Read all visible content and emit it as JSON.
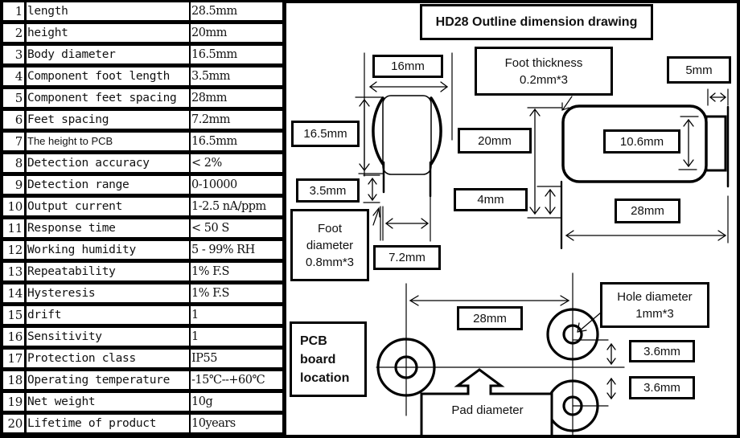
{
  "spec_table": {
    "rows": [
      {
        "num": "1",
        "name": "length",
        "value": "28.5mm"
      },
      {
        "num": "2",
        "name": "height",
        "value": "20mm"
      },
      {
        "num": "3",
        "name": "Body diameter",
        "value": "16.5mm"
      },
      {
        "num": "4",
        "name": "Component foot length",
        "value": "3.5mm"
      },
      {
        "num": "5",
        "name": "Component feet spacing",
        "value": "28mm"
      },
      {
        "num": "6",
        "name": "Feet spacing",
        "value": "7.2mm"
      },
      {
        "num": "7",
        "name": "The height to PCB",
        "value": "16.5mm"
      },
      {
        "num": "8",
        "name": "Detection accuracy",
        "value": "< 2%"
      },
      {
        "num": "9",
        "name": "Detection range",
        "value": "0-10000"
      },
      {
        "num": "10",
        "name": "Output current",
        "value": "1-2.5 nA/ppm"
      },
      {
        "num": "11",
        "name": "Response time",
        "value": "< 50 S"
      },
      {
        "num": "12",
        "name": "Working humidity",
        "value": "5  -  99% RH"
      },
      {
        "num": "13",
        "name": "Repeatability",
        "value": "1% F.S"
      },
      {
        "num": "14",
        "name": "Hysteresis",
        "value": "1% F.S"
      },
      {
        "num": "15",
        "name": "drift",
        "value": "1"
      },
      {
        "num": "16",
        "name": "Sensitivity",
        "value": "1"
      },
      {
        "num": "17",
        "name": "Protection class",
        "value": "IP55"
      },
      {
        "num": "18",
        "name": "Operating temperature",
        "value": "-15℃--+60℃"
      },
      {
        "num": "19",
        "name": "Net weight",
        "value": "10g"
      },
      {
        "num": "20",
        "name": "Lifetime of product",
        "value": "10years"
      }
    ]
  },
  "drawing": {
    "title": "HD28 Outline dimension drawing",
    "labels": {
      "width_16": "16mm",
      "foot_thickness": "Foot thickness\n0.2mm*3",
      "width_5": "5mm",
      "body_dia": "16.5mm",
      "height_20": "20mm",
      "dia_10_6": "10.6mm",
      "foot_len": "3.5mm",
      "height_4": "4mm",
      "length_28": "28mm",
      "foot_dia": "Foot\ndiameter\n0.8mm*3",
      "spacing_7_2": "7.2mm",
      "pcb_spacing_28": "28mm",
      "hole_dia": "Hole diameter\n1mm*3",
      "pitch_a": "3.6mm",
      "pitch_b": "3.6mm",
      "pcb_location": "PCB\nboard\nlocation",
      "pad_dia": "Pad diameter"
    }
  }
}
